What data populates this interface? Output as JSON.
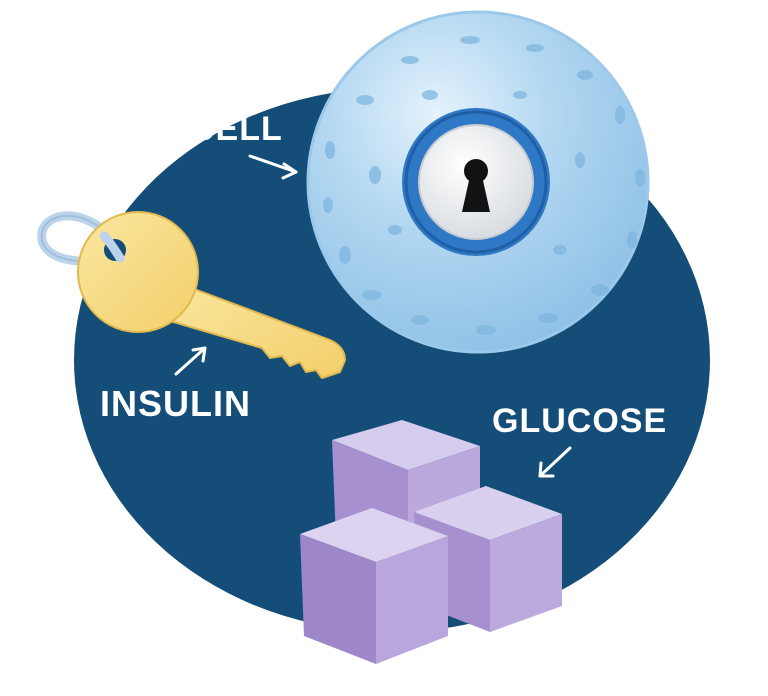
{
  "labels": {
    "cell": "CELL",
    "insulin": "INSULIN",
    "glucose": "GLUCOSE"
  },
  "colors": {
    "background_disc": "#134d78",
    "cell_body": "#a8d1ee",
    "cell_spot": "#7fb6df",
    "lock_ring": "#2f78c6",
    "lock_face": "#eceff2",
    "key_gold": "#f8dd86",
    "key_ring": "#bcd4ea",
    "cube_light": "#d6cced",
    "cube_mid": "#bba9dd",
    "cube_dark": "#9b85c8",
    "label_text": "#ffffff"
  },
  "icons": {
    "cell": "cell-with-keyhole-icon",
    "key": "key-icon",
    "cubes": "sugar-cubes-icon",
    "arrow": "arrow-icon"
  }
}
